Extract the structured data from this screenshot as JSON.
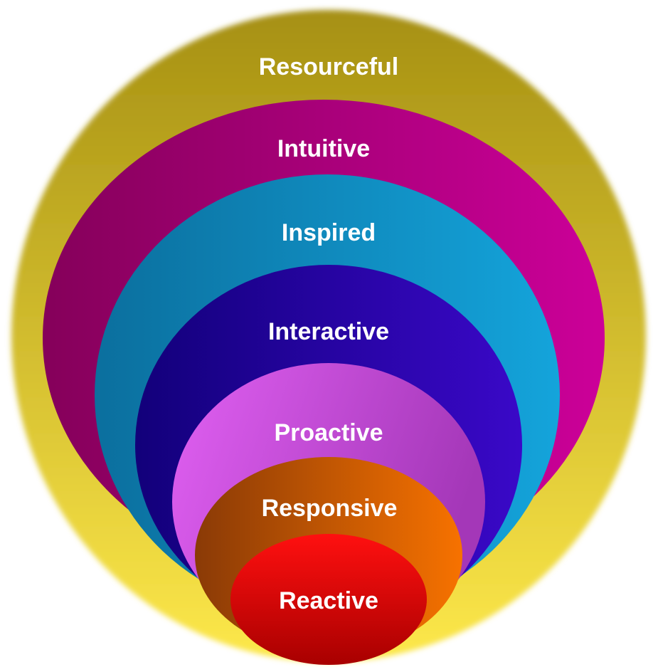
{
  "diagram": {
    "layers": [
      {
        "label": "Resourceful",
        "colors": {
          "top": "#a69012",
          "bottom": "#fde84a"
        }
      },
      {
        "label": "Intuitive",
        "colors": {
          "left": "#85005a",
          "right": "#cc0099"
        }
      },
      {
        "label": "Inspired",
        "colors": {
          "left": "#0b6f9e",
          "right": "#14a4db"
        }
      },
      {
        "label": "Interactive",
        "colors": {
          "left": "#12007a",
          "right": "#3a08c8"
        }
      },
      {
        "label": "Proactive",
        "colors": {
          "left": "#e060f2",
          "right": "#a437b8"
        }
      },
      {
        "label": "Responsive",
        "colors": {
          "left": "#8a3a06",
          "right": "#f77200"
        }
      },
      {
        "label": "Reactive",
        "colors": {
          "top": "#ff1010",
          "bottom": "#a80000"
        }
      }
    ]
  }
}
